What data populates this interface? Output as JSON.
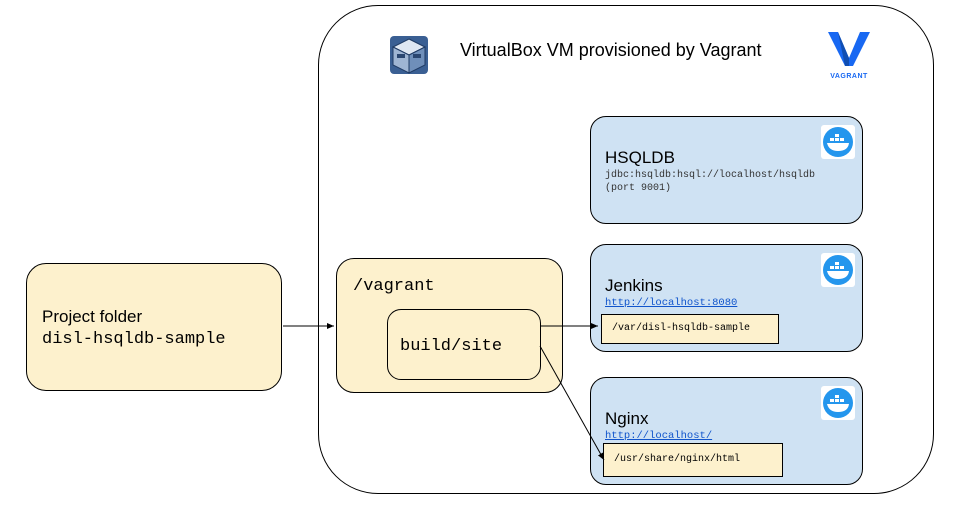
{
  "vm": {
    "title": "VirtualBox VM provisioned by Vagrant",
    "vagrant_logo_text": "VAGRANT"
  },
  "project": {
    "label": "Project folder",
    "name": "disl-hsqldb-sample"
  },
  "vagrant_folder": {
    "path": "/vagrant",
    "subfolder": "build/site"
  },
  "hsqldb": {
    "title": "HSQLDB",
    "jdbc_line1": "jdbc:hsqldb:hsql://localhost/hsqldb",
    "jdbc_line2": "(port 9001)"
  },
  "jenkins": {
    "title": "Jenkins",
    "url": "http://localhost:8080",
    "mount": "/var/disl-hsqldb-sample"
  },
  "nginx": {
    "title": "Nginx",
    "url": "http://localhost/",
    "mount": "/usr/share/nginx/html"
  },
  "icons": {
    "virtualbox": "virtualbox-icon",
    "vagrant": "vagrant-logo",
    "docker": "docker-icon"
  },
  "colors": {
    "yellow_fill": "#fdf1cd",
    "blue_fill": "#cfe2f3",
    "link": "#1155cc",
    "docker": "#2496ed"
  }
}
